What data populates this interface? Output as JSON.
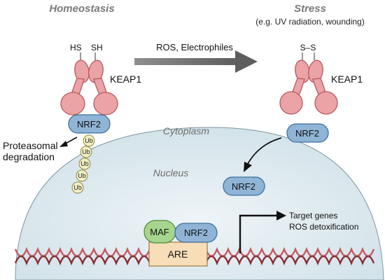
{
  "headings": {
    "left": "Homeostasis",
    "right": "Stress",
    "right_sub": "(e.g. UV radiation, wounding)"
  },
  "arrow_label": "ROS, Electrophiles",
  "keap1_left": {
    "label": "KEAP1",
    "thiol_left": "HS",
    "thiol_right": "SH"
  },
  "keap1_right": {
    "label": "KEAP1",
    "disulfide": "S–S"
  },
  "nrf2_label": "NRF2",
  "proteasome_label": [
    "Proteasomal",
    "degradation"
  ],
  "ubiquitin_label": "Ub",
  "compartments": {
    "cytoplasm": "Cytoplasm",
    "nucleus": "Nucleus"
  },
  "maf_label": "MAF",
  "are_label": "ARE",
  "target_genes": [
    "Target genes",
    "ROS detoxification"
  ],
  "colors": {
    "keap1_fill": "#eba3a6",
    "nrf2_fill": "#8fb4d6",
    "maf_fill": "#a6d68d",
    "are_fill": "#f8deb8",
    "nucleus_fill": "#dbe8ee",
    "dna_strand": "#c55b62"
  }
}
